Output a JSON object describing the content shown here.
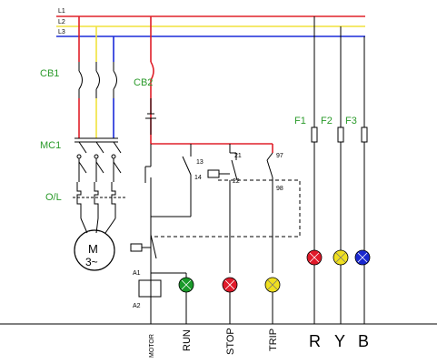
{
  "lines": {
    "l1": "L1",
    "l2": "L2",
    "l3": "L3"
  },
  "devices": {
    "cb1": "CB1",
    "cb2": "CB2",
    "mc1": "MC1",
    "ol": "O/L",
    "motor_m": "M",
    "motor_3": "3~",
    "f1": "F1",
    "f2": "F2",
    "f3": "F3",
    "a1": "A1",
    "a2": "A2"
  },
  "terminals": {
    "t13": "13",
    "t14": "14",
    "t21": "21",
    "t22": "22",
    "t97": "97",
    "t98": "98"
  },
  "bottom_labels": {
    "motor": "MOTOR",
    "run": "RUN",
    "stop": "STOP",
    "trip": "TRIP",
    "r": "R",
    "y": "Y",
    "b": "B"
  },
  "colors": {
    "l1": "#e0202a",
    "l2": "#f0e23c",
    "l3": "#1a2bd8",
    "label_green": "#2a9a2a",
    "lamp_green": "#1a9a2a",
    "lamp_red": "#e01a2a",
    "lamp_yellow": "#f0e020",
    "lamp_blue": "#1a28d0",
    "wire": "#000000"
  }
}
